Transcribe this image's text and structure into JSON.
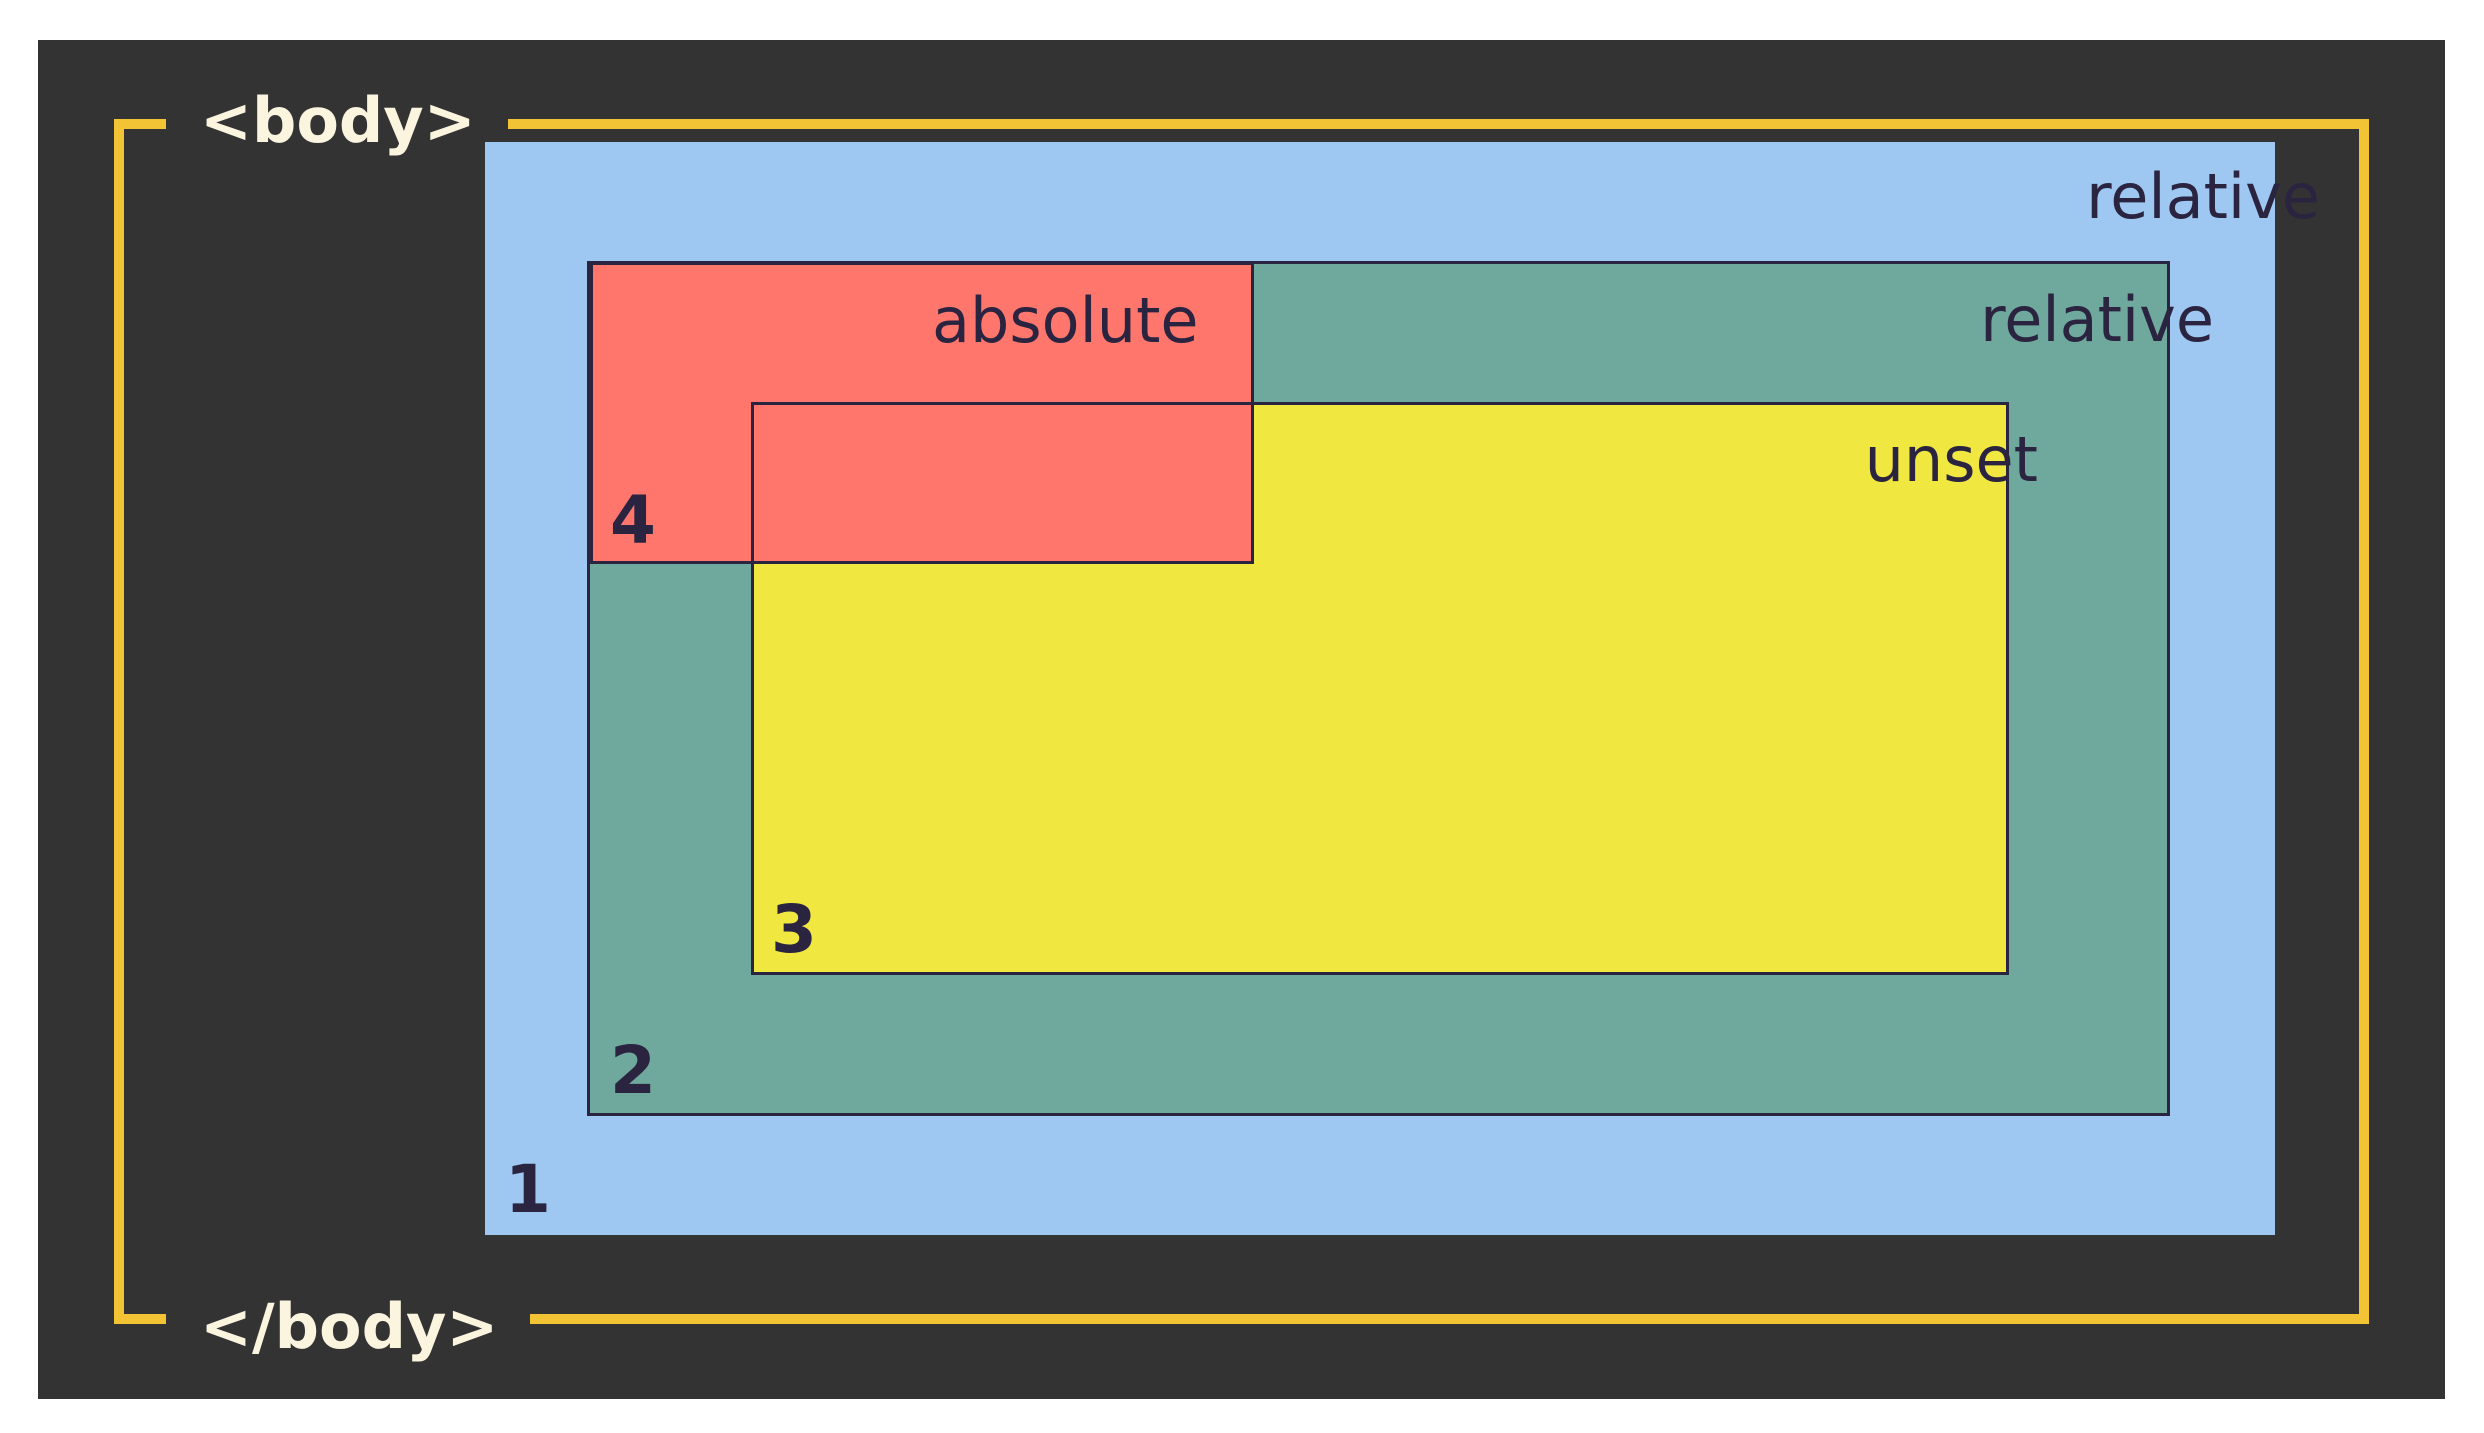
{
  "body_tags": {
    "open": "<body>",
    "close": "</body>"
  },
  "boxes": [
    {
      "number": "1",
      "position": "relative",
      "color": "#9ec7f2"
    },
    {
      "number": "2",
      "position": "relative",
      "color": "#6fa89c"
    },
    {
      "number": "3",
      "position": "unset",
      "color": "#f0e840"
    },
    {
      "number": "4",
      "position": "absolute",
      "color": "#ff766c"
    }
  ],
  "colors": {
    "background": "#333333",
    "bracket": "#f2c435",
    "tag_text": "#fbf4df",
    "box_border": "#2a2440",
    "label_text": "#2a2440"
  }
}
